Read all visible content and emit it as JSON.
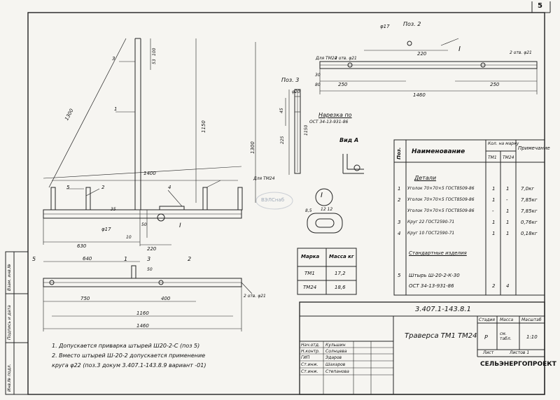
{
  "sheet_number": "5",
  "side_stamp": [
    "Инв.№ подл.",
    "Подпись и дата",
    "Взам. инв.№"
  ],
  "watermark": "ВЭЛСнаб",
  "main_view": {
    "dims": {
      "d1300": "1300",
      "d1150": "1150",
      "d1300b": "1300",
      "d100": "100",
      "d35": "35",
      "d53": "53",
      "d1400": "1400",
      "d630": "630",
      "d10": "10",
      "d220": "220",
      "d50": "50"
    },
    "callouts": [
      "1",
      "2",
      "3",
      "4",
      "5"
    ],
    "labels": {
      "for_tm24": "Для ТМ24",
      "phi17": "φ17",
      "section_mark": "I"
    }
  },
  "pos2": {
    "title": "Поз. 2",
    "phi17": "φ17",
    "holes_left": "2 отв. φ21",
    "for_tm24": "Для ТМ24",
    "holes_right": "2 отв. φ21",
    "d220": "220",
    "d250a": "250",
    "d250b": "250",
    "d80": "80",
    "d30": "30",
    "d1460": "1460",
    "mark": "I"
  },
  "pos3": {
    "title": "Поз. 3",
    "phi20": "φ20",
    "d45": "45",
    "d1150": "1150",
    "d225": "225",
    "thread_note": "Нарезка по",
    "thread_std": "ОСТ 34-13-931-86"
  },
  "view_a": {
    "title": "Вид А"
  },
  "detail_I": {
    "mark": "I",
    "d8_5": "8,5",
    "d12_12": "12 12"
  },
  "bottom_view": {
    "d640": "640",
    "d750": "750",
    "d400": "400",
    "d1160": "1160",
    "d1460": "1460",
    "d50": "50",
    "holes": "2 отв. φ21",
    "callouts": [
      "5",
      "1",
      "3",
      "2"
    ]
  },
  "mass_table": {
    "headers": [
      "Марка",
      "Масса кг"
    ],
    "rows": [
      [
        "ТМ1",
        "17,2"
      ],
      [
        "ТМ24",
        "18,6"
      ]
    ]
  },
  "spec_table": {
    "headers": {
      "pos": "Поз.",
      "name": "Наименование",
      "qty": "Кол. на марку",
      "tm1": "ТМ1",
      "tm24": "ТМ24",
      "note": "Примечание"
    },
    "section_details": "Детали",
    "rows": [
      {
        "pos": "1",
        "name": "Уголок 70×70×5 ГОСТ8509-86",
        "tm1": "1",
        "tm24": "1",
        "note": "7,0кг"
      },
      {
        "pos": "2",
        "name": "Уголок 70×70×5 ГОСТ8509-86",
        "tm1": "1",
        "tm24": "-",
        "note": "7,85кг"
      },
      {
        "pos": "",
        "name": "Уголок 70×70×5 ГОСТ8509-86",
        "tm1": "-",
        "tm24": "1",
        "note": "7,85кг"
      },
      {
        "pos": "3",
        "name": "Круг 22 ГОСТ2590-71",
        "tm1": "1",
        "tm24": "1",
        "note": "0,76кг"
      },
      {
        "pos": "4",
        "name": "Круг 10 ГОСТ2590-71",
        "tm1": "1",
        "tm24": "1",
        "note": "0,18кг"
      }
    ],
    "section_standard": "Стандартные изделия",
    "standard_rows": [
      {
        "pos": "5",
        "name": "Штырь Ш-20-2-К-30",
        "tm1": "",
        "tm24": "",
        "note": ""
      },
      {
        "pos": "",
        "name": "ОСТ 34-13-931-86",
        "tm1": "2",
        "tm24": "4",
        "note": ""
      }
    ]
  },
  "notes": [
    "1. Допускается приварка штырей Ш20-2-С (поз 5)",
    "2. Вместо штырей Ш-20-2 допускается применение",
    "круга φ22 (поз.3 докум 3.407.1-143.8.9 вариант -01)"
  ],
  "title_block": {
    "doc_code": "3.407.1-143.8.1",
    "title": "Траверса ТМ1 ТМ24",
    "stage_label": "Стадия",
    "mass_label": "Масса",
    "scale_label": "Масштаб",
    "stage": "Р",
    "mass": "см. табл.",
    "scale": "1:10",
    "sheet_label": "Лист",
    "sheets_label": "Листов 1",
    "org": "СЕЛЬЭНЕРГОПРОЕКТ",
    "people": [
      [
        "Нач.отд.",
        "Кульшин"
      ],
      [
        "Н.контр.",
        "Солнцева"
      ],
      [
        "ГИП",
        "Эдаров"
      ],
      [
        "Ст.инж.",
        "Шахаров"
      ],
      [
        "Ст.инж.",
        "Степанова"
      ]
    ]
  }
}
